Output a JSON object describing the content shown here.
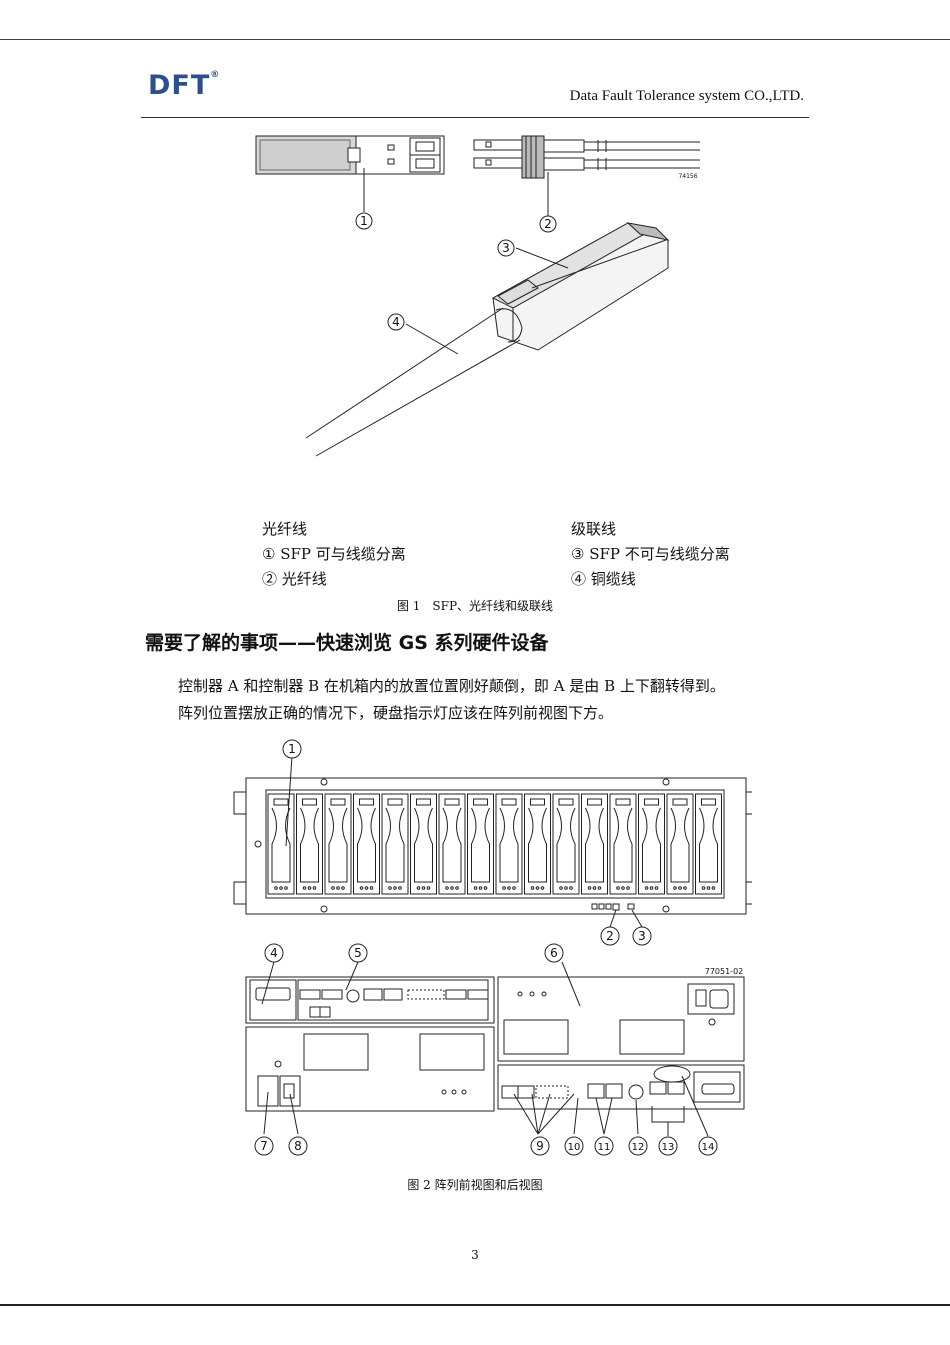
{
  "header": {
    "logo_text": "DFT",
    "logo_mark": "®",
    "company": "Data Fault Tolerance system CO.,LTD."
  },
  "figure1": {
    "image_text": "74156",
    "callouts": [
      "1",
      "2",
      "3",
      "4"
    ],
    "legend_left": {
      "title": "光纤线",
      "items": [
        "① SFP 可与线缆分离",
        "② 光纤线"
      ]
    },
    "legend_right": {
      "title": "级联线",
      "items": [
        "③ SFP 不可与线缆分离",
        "④ 铜缆线"
      ]
    },
    "caption": "图 1　SFP、光纤线和级联线"
  },
  "section": {
    "heading": "需要了解的事项——快速浏览 GS 系列硬件设备",
    "para_lines": [
      "控制器 A 和控制器 B 在机箱内的放置位置刚好颠倒，即 A 是由 B 上下翻转得到。",
      "阵列位置摆放正确的情况下，硬盘指示灯应该在阵列前视图下方。"
    ]
  },
  "figure2": {
    "image_text": "77051-02",
    "callouts": [
      "1",
      "2",
      "3",
      "4",
      "5",
      "6",
      "7",
      "8",
      "9",
      "10",
      "11",
      "12",
      "13",
      "14"
    ],
    "caption": "图 2  阵列前视图和后视图"
  },
  "page_number": "3"
}
